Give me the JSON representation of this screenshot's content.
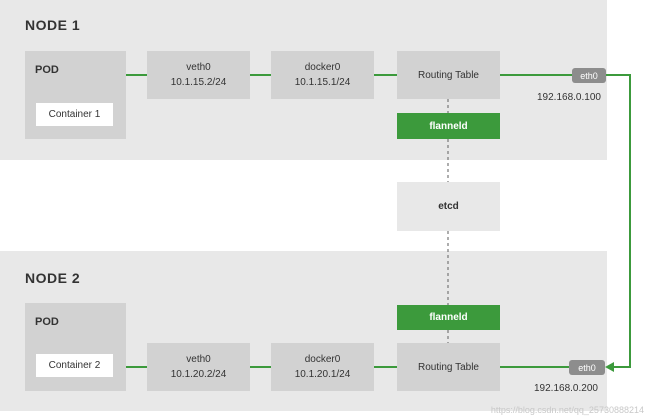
{
  "node1": {
    "title": "NODE 1",
    "pod_label": "POD",
    "container": "Container 1",
    "veth": {
      "name": "veth0",
      "ip": "10.1.15.2/24"
    },
    "docker": {
      "name": "docker0",
      "ip": "10.1.15.1/24"
    },
    "routing": "Routing Table",
    "flanneld": "flanneld",
    "eth": "eth0",
    "eth_ip": "192.168.0.100"
  },
  "node2": {
    "title": "NODE 2",
    "pod_label": "POD",
    "container": "Container 2",
    "veth": {
      "name": "veth0",
      "ip": "10.1.20.2/24"
    },
    "docker": {
      "name": "docker0",
      "ip": "10.1.20.1/24"
    },
    "routing": "Routing Table",
    "flanneld": "flanneld",
    "eth": "eth0",
    "eth_ip": "192.168.0.200"
  },
  "etcd": "etcd",
  "watermark": "https://blog.csdn.net/qq_25730888214",
  "colors": {
    "link_green": "#3c9a3c",
    "node_bg": "#e8e8e8",
    "box_bg": "#d2d2d2"
  }
}
